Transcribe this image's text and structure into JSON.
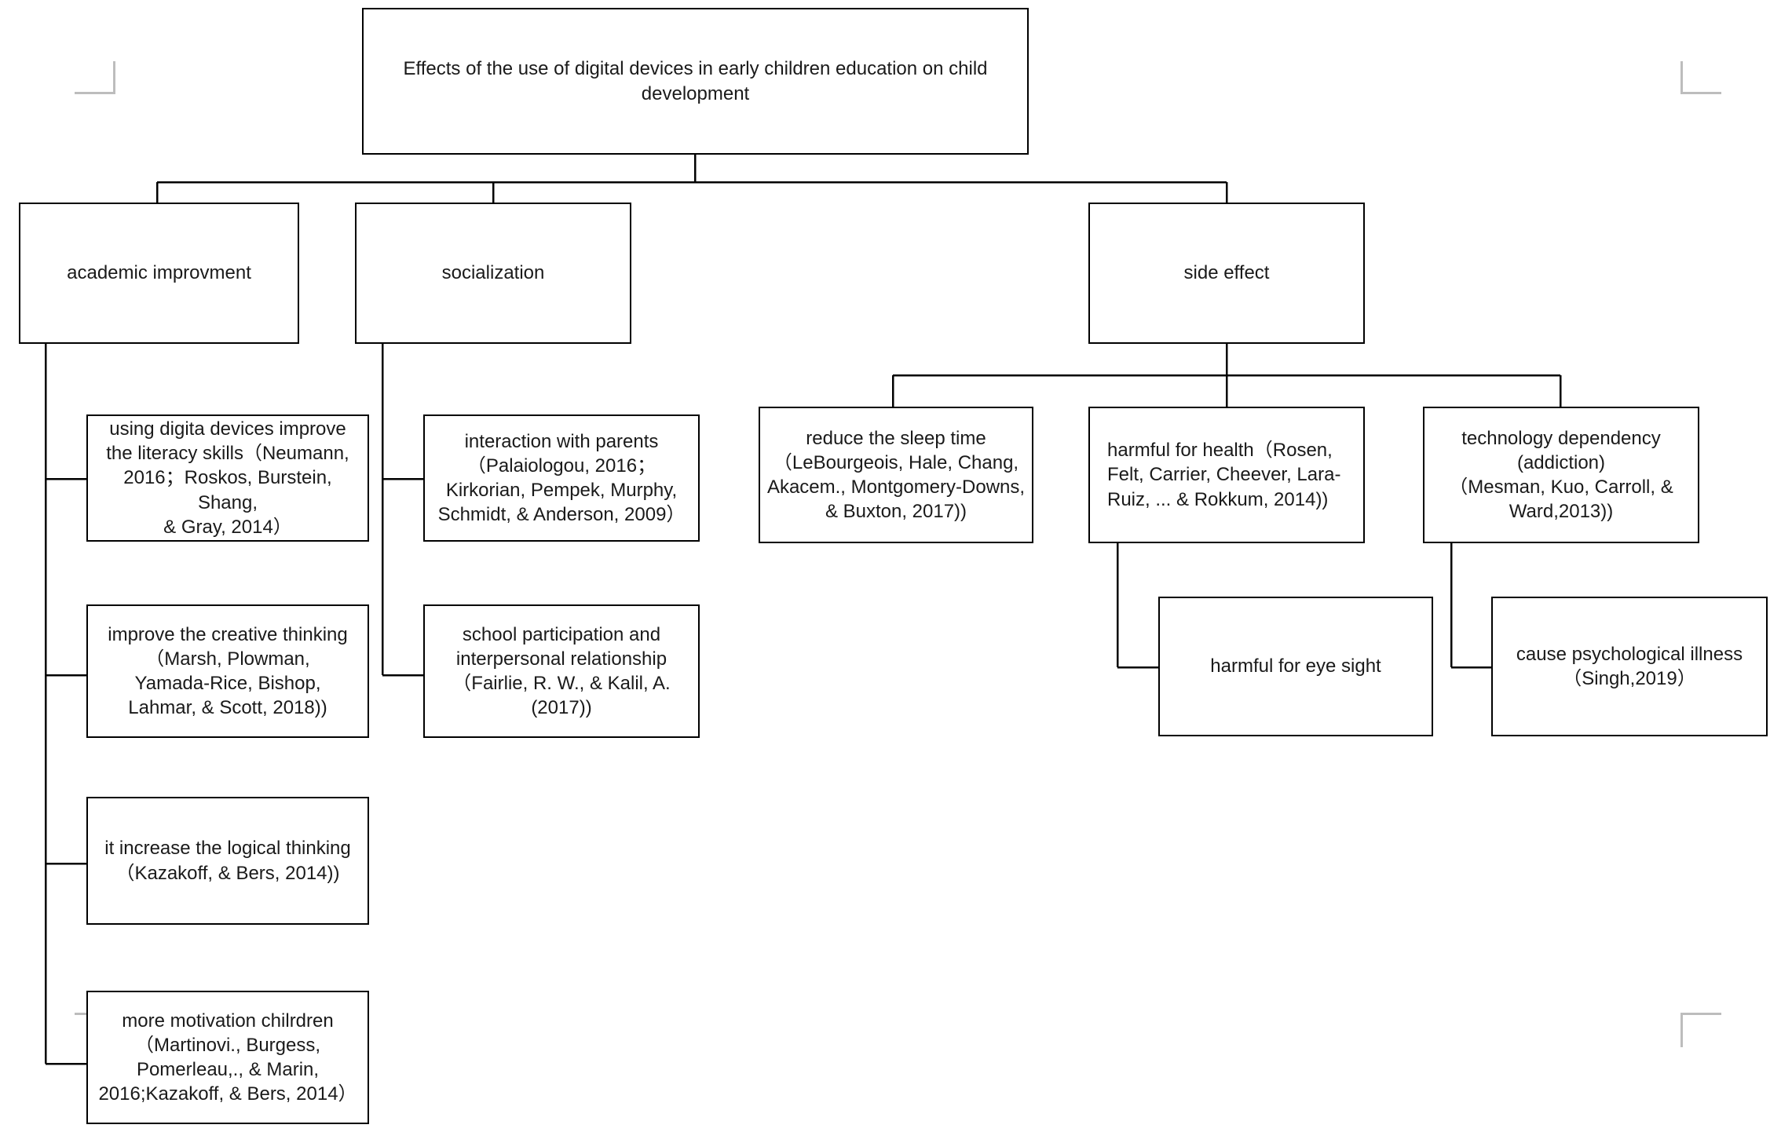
{
  "diagram": {
    "type": "tree",
    "title": "Effects of the use of digital devices in early children education on child development",
    "nodes": {
      "root": {
        "label": "Effects of the use of digital devices in early children education on child\ndevelopment"
      },
      "academic": {
        "label": "academic improvment"
      },
      "socialization": {
        "label": "socialization"
      },
      "side_effect": {
        "label": "side effect"
      },
      "academic_1": {
        "label": "using digita devices improve\nthe literacy skills（Neumann,\n2016；Roskos, Burstein, Shang,\n& Gray, 2014）"
      },
      "academic_2": {
        "label": "improve the creative thinking\n（Marsh, Plowman,\nYamada-Rice, Bishop,\nLahmar, & Scott, 2018))"
      },
      "academic_3": {
        "label": "it increase the logical thinking\n（Kazakoff, & Bers, 2014))"
      },
      "academic_4": {
        "label": "more motivation chilrdren\n（Martinovi., Burgess,\nPomerleau,., & Marin,\n2016;Kazakoff, & Bers, 2014）"
      },
      "social_1": {
        "label": "interaction with parents\n（Palaiologou, 2016；\nKirkorian, Pempek, Murphy,\nSchmidt, & Anderson, 2009）"
      },
      "social_2": {
        "label": "school participation and\ninterpersonal relationship\n（Fairlie, R. W., & Kalil, A.\n(2017))"
      },
      "side_1": {
        "label": "reduce the sleep time\n（LeBourgeois, Hale, Chang,\nAkacem., Montgomery-Downs,\n& Buxton, 2017))"
      },
      "side_2": {
        "label": "harmful for health（Rosen,\nFelt, Carrier, Cheever, Lara-\nRuiz, ... & Rokkum, 2014))"
      },
      "side_3": {
        "label": "technology dependency\n(addiction)\n（Mesman, Kuo, Carroll, &\nWard,2013))"
      },
      "side_2_1": {
        "label": "harmful for eye sight"
      },
      "side_3_1": {
        "label": "cause psychological illness\n（Singh,2019）"
      }
    },
    "edges": [
      {
        "from": "root",
        "to": "academic"
      },
      {
        "from": "root",
        "to": "socialization"
      },
      {
        "from": "root",
        "to": "side_effect"
      },
      {
        "from": "academic",
        "to": "academic_1"
      },
      {
        "from": "academic",
        "to": "academic_2"
      },
      {
        "from": "academic",
        "to": "academic_3"
      },
      {
        "from": "academic",
        "to": "academic_4"
      },
      {
        "from": "socialization",
        "to": "social_1"
      },
      {
        "from": "socialization",
        "to": "social_2"
      },
      {
        "from": "side_effect",
        "to": "side_1"
      },
      {
        "from": "side_effect",
        "to": "side_2"
      },
      {
        "from": "side_effect",
        "to": "side_3"
      },
      {
        "from": "side_2",
        "to": "side_2_1"
      },
      {
        "from": "side_3",
        "to": "side_3_1"
      }
    ],
    "colors": {
      "box_border": "#000000",
      "box_fill": "#ffffff",
      "text": "#1a1a1a",
      "connector": "#000000",
      "crop_mark": "#bdbdbd",
      "background": "#ffffff"
    }
  }
}
